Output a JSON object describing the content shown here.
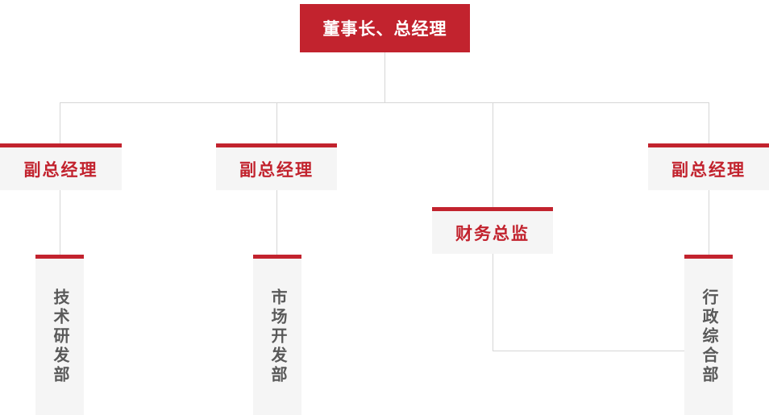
{
  "org_chart": {
    "root": {
      "label": "董事长、总经理"
    },
    "managers": [
      {
        "label": "副总经理"
      },
      {
        "label": "副总经理"
      },
      {
        "label": "财务总监"
      },
      {
        "label": "副总经理"
      }
    ],
    "departments": [
      {
        "label": "技术研发部"
      },
      {
        "label": "市场开发部"
      },
      {
        "label": "行政综合部"
      }
    ],
    "colors": {
      "accent_red": "#C2232E",
      "node_background": "#F5F5F5",
      "connector_line": "#D6D6D6",
      "department_text": "#595959",
      "root_text": "#FFFFFF"
    }
  }
}
